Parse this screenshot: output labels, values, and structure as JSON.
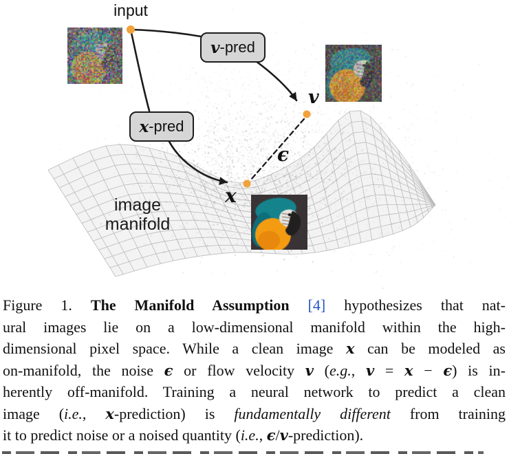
{
  "diagram": {
    "input_label": "input",
    "boxes": {
      "v_pred": {
        "math": "v",
        "rest": "-pred"
      },
      "x_pred": {
        "math": "x",
        "rest": "-pred"
      }
    },
    "points": {
      "v": "v",
      "x": "x",
      "epsilon": "ϵ"
    },
    "manifold_label": {
      "line1": "image",
      "line2": "manifold"
    }
  },
  "colors": {
    "accent_orange": "#F2A23A",
    "arrow": "#1A1A1A",
    "box_fill": "#D6D6D6",
    "box_border": "#1C1C1C",
    "mesh_line": "#BABABA",
    "mesh_fill": "#F3F3F3",
    "link": "#2353C6",
    "parrot": {
      "bg": "#3A3335",
      "teal": "#15838C",
      "teal_dark": "#0E6E7B",
      "orange": "#F39C12",
      "orange_deep": "#E8880C",
      "face": "#E9E4DE",
      "beak": "#221F20",
      "stripe": "#6B6560",
      "eye": "#141214"
    }
  },
  "caption": {
    "lines": [
      [
        {
          "t": "Figure 1.  ",
          "s": "rm"
        },
        {
          "t": "The Manifold Assumption",
          "s": "b"
        },
        {
          "t": " ",
          "s": "rm"
        },
        {
          "t": "[4]",
          "s": "link"
        },
        {
          "t": " hypothesizes that nat-",
          "s": "rm"
        }
      ],
      [
        {
          "t": "ural images lie on a low-dimensional manifold within the high-",
          "s": "rm"
        }
      ],
      [
        {
          "t": "dimensional pixel space. While a clean image ",
          "s": "rm"
        },
        {
          "t": "x",
          "s": "m"
        },
        {
          "t": " can be modeled as",
          "s": "rm"
        }
      ],
      [
        {
          "t": "on-manifold, the noise ",
          "s": "rm"
        },
        {
          "t": "ϵ",
          "s": "m"
        },
        {
          "t": " or flow velocity ",
          "s": "rm"
        },
        {
          "t": "v",
          "s": "m"
        },
        {
          "t": " (",
          "s": "rm"
        },
        {
          "t": "e.g.",
          "s": "i"
        },
        {
          "t": ", ",
          "s": "rm"
        },
        {
          "t": "v",
          "s": "m"
        },
        {
          "t": " = ",
          "s": "rm"
        },
        {
          "t": "x",
          "s": "m"
        },
        {
          "t": " − ",
          "s": "rm"
        },
        {
          "t": "ϵ",
          "s": "m"
        },
        {
          "t": ") is in-",
          "s": "rm"
        }
      ],
      [
        {
          "t": "herently off-manifold. Training a neural network to predict a clean",
          "s": "rm"
        }
      ],
      [
        {
          "t": "image (",
          "s": "rm"
        },
        {
          "t": "i.e.",
          "s": "i"
        },
        {
          "t": ", ",
          "s": "rm"
        },
        {
          "t": "x",
          "s": "m"
        },
        {
          "t": "-prediction) is ",
          "s": "rm"
        },
        {
          "t": "fundamentally different",
          "s": "i"
        },
        {
          "t": " from training",
          "s": "rm"
        }
      ],
      [
        {
          "t": "it to predict noise or a noised quantity (",
          "s": "rm"
        },
        {
          "t": "i.e.",
          "s": "i"
        },
        {
          "t": ", ",
          "s": "rm"
        },
        {
          "t": "ϵ",
          "s": "m"
        },
        {
          "t": "/",
          "s": "rm"
        },
        {
          "t": "v",
          "s": "m"
        },
        {
          "t": "-prediction).",
          "s": "rm"
        }
      ]
    ]
  }
}
